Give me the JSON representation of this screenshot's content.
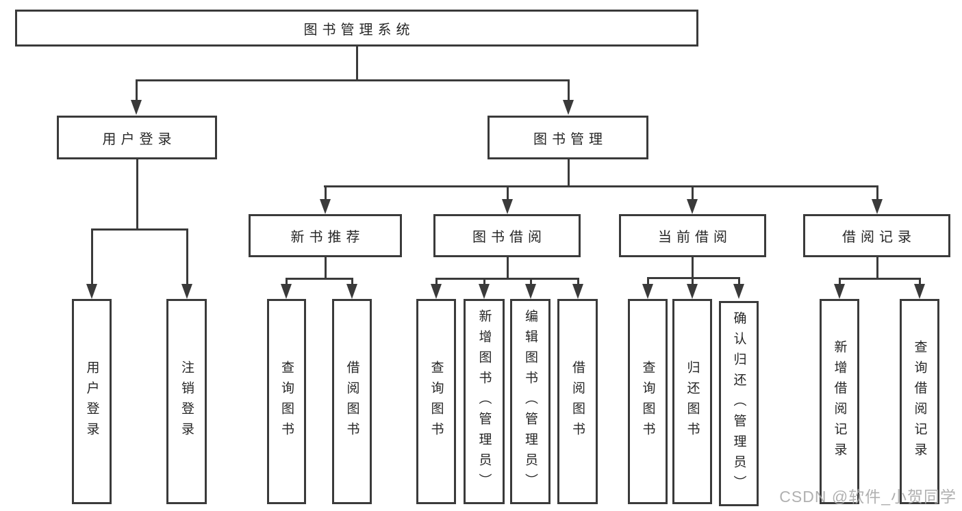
{
  "tree": {
    "root": {
      "label": "图书管理系统"
    },
    "level2": [
      {
        "label": "用户登录",
        "leaves": [
          {
            "label": "用户登录"
          },
          {
            "label": "注销登录"
          }
        ]
      },
      {
        "label": "图书管理",
        "children": [
          {
            "label": "新书推荐",
            "leaves": [
              {
                "label": "查询图书"
              },
              {
                "label": "借阅图书"
              }
            ]
          },
          {
            "label": "图书借阅",
            "leaves": [
              {
                "label": "查询图书"
              },
              {
                "label": "新增图书（管理员）"
              },
              {
                "label": "编辑图书（管理员）"
              },
              {
                "label": "借阅图书"
              }
            ]
          },
          {
            "label": "当前借阅",
            "leaves": [
              {
                "label": "查询图书"
              },
              {
                "label": "归还图书"
              },
              {
                "label": "确认归还（管理员）"
              }
            ]
          },
          {
            "label": "借阅记录",
            "leaves": [
              {
                "label": "新增借阅记录"
              },
              {
                "label": "查询借阅记录"
              }
            ]
          }
        ]
      }
    ]
  },
  "watermark": {
    "text": "CSDN @软件_小贺同学"
  },
  "colors": {
    "line": "#3a3a3a",
    "text": "#262626",
    "watermark": "#a8a8a8",
    "background": "#ffffff"
  }
}
